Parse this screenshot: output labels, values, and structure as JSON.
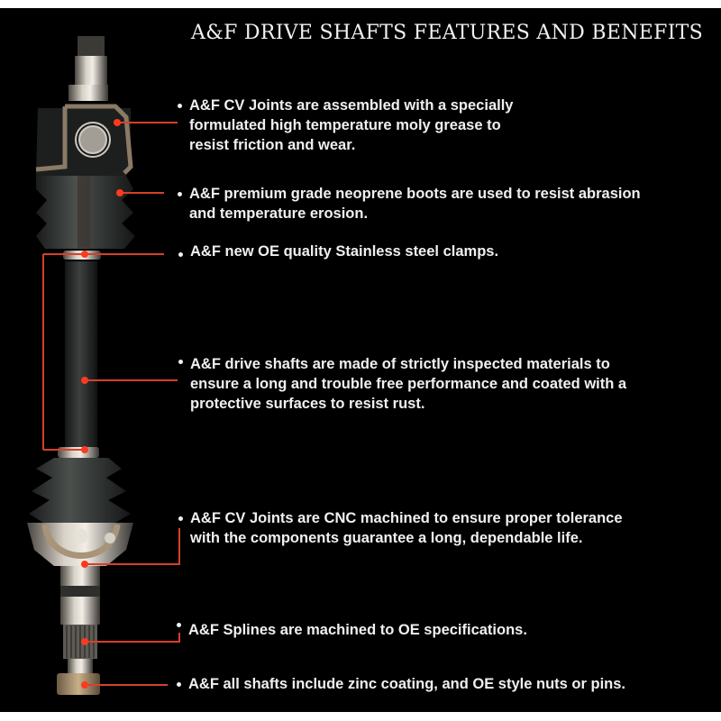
{
  "title": "A&F DRIVE SHAFTS FEATURES AND BENEFITS",
  "colors": {
    "background": "#000000",
    "text": "#f0f0f0",
    "callout_line": "#d6402b",
    "callout_dot": "#ff3a1e"
  },
  "features": [
    {
      "id": "cv-joint-grease",
      "lines": [
        "A&F CV Joints are assembled with a specially",
        "formulated high temperature moly grease to",
        "resist friction and wear."
      ]
    },
    {
      "id": "neoprene-boots",
      "lines": [
        "A&F premium grade neoprene boots are used to resist abrasion",
        "and temperature erosion."
      ]
    },
    {
      "id": "stainless-clamps",
      "lines": [
        "A&F new OE quality Stainless steel clamps."
      ]
    },
    {
      "id": "inspected-materials",
      "lines": [
        "A&F drive shafts are made of strictly inspected materials to",
        "ensure a long and trouble free performance and coated with a",
        "protective surfaces to resist rust."
      ]
    },
    {
      "id": "cnc-machined",
      "lines": [
        "A&F CV Joints are CNC machined to ensure proper tolerance",
        "with the components guarantee a long, dependable life."
      ]
    },
    {
      "id": "splines",
      "lines": [
        "A&F Splines are machined to OE specifications."
      ]
    },
    {
      "id": "zinc-coating",
      "lines": [
        "A&F all shafts include zinc coating, and OE style nuts or pins."
      ]
    }
  ]
}
